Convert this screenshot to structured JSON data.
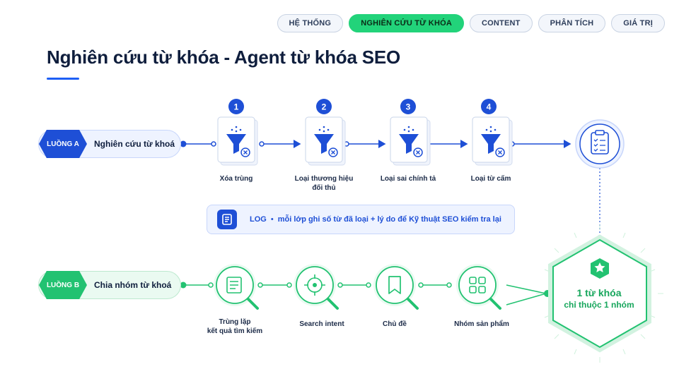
{
  "nav": {
    "items": [
      {
        "label": "HỆ THỐNG",
        "active": false
      },
      {
        "label": "NGHIÊN CỨU TỪ KHÓA",
        "active": true
      },
      {
        "label": "CONTENT",
        "active": false
      },
      {
        "label": "PHÂN TÍCH",
        "active": false
      },
      {
        "label": "GIÁ TRỊ",
        "active": false
      }
    ]
  },
  "title": "Nghiên cứu từ khóa - Agent từ khóa SEO",
  "lane_a": {
    "badge": "LUỒNG A",
    "label": "Nghiên cứu từ khoá",
    "steps": [
      {
        "number": "1",
        "label": "Xóa trùng",
        "icon": "funnel-icon"
      },
      {
        "number": "2",
        "label_line1": "Loại thương hiệu",
        "label_line2": "đối thủ",
        "icon": "funnel-icon"
      },
      {
        "number": "3",
        "label": "Loại sai chính tả",
        "icon": "funnel-icon"
      },
      {
        "number": "4",
        "label": "Loại từ cấm",
        "icon": "funnel-icon"
      }
    ],
    "end_icon": "clipboard-checklist-icon"
  },
  "log": {
    "title": "LOG",
    "separator": "•",
    "text": "mỗi lớp ghi số từ đã loại + lý do để Kỹ thuật SEO kiểm tra lại"
  },
  "lane_b": {
    "badge": "LUỒNG B",
    "label": "Chia nhóm từ khoá",
    "steps": [
      {
        "label_line1": "Trùng lặp",
        "label_line2": "kết quả tìm kiếm",
        "icon": "document-search-icon"
      },
      {
        "label": "Search intent",
        "icon": "target-icon"
      },
      {
        "label": "Chủ đề",
        "icon": "bookmark-icon"
      },
      {
        "label": "Nhóm sản phẩm",
        "icon": "grid-icon"
      }
    ]
  },
  "result": {
    "line1": "1 từ khóa",
    "line2": "chỉ thuộc 1 nhóm",
    "icon": "star-badge-icon"
  },
  "colors": {
    "blue": "#1e4fd6",
    "green": "#22c271",
    "navy": "#0f1e3d"
  }
}
